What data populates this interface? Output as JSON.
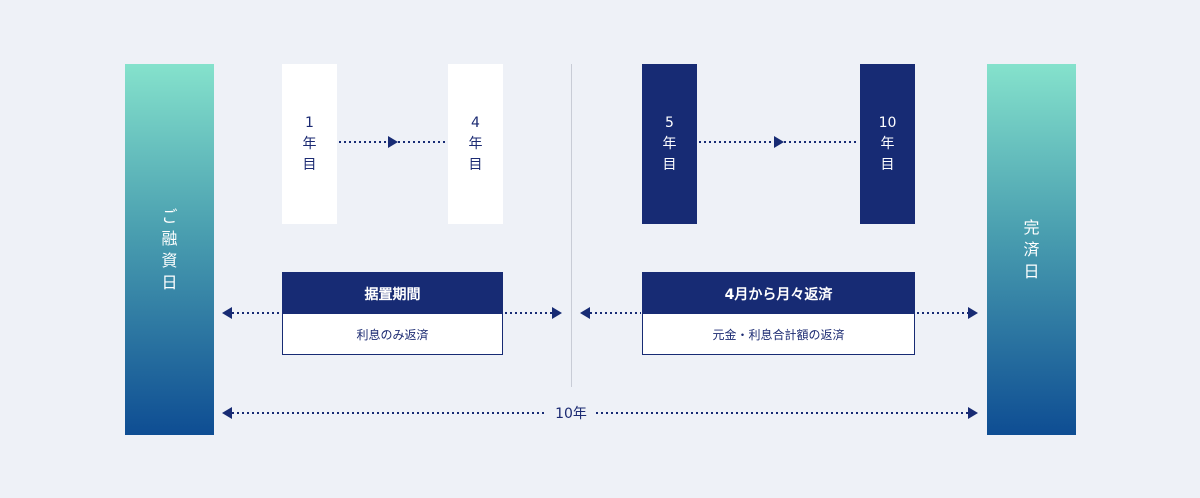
{
  "left_bar": {
    "chars": [
      "ご",
      "融",
      "資",
      "日"
    ]
  },
  "right_bar": {
    "chars": [
      "完",
      "済",
      "日"
    ]
  },
  "years": {
    "y1": [
      "1",
      "年",
      "目"
    ],
    "y4": [
      "4",
      "年",
      "目"
    ],
    "y5": [
      "5",
      "年",
      "目"
    ],
    "y10": [
      "10",
      "年",
      "目"
    ]
  },
  "deferment": {
    "title": "据置期間",
    "subtitle": "利息のみ返済"
  },
  "repayment": {
    "title": "4月から月々返済",
    "subtitle": "元金・利息合計額の返済"
  },
  "total_period": "10年",
  "colors": {
    "navy": "#172b74",
    "teal_top": "#85e2cc",
    "blue_bottom": "#0e4d93",
    "background": "#eef1f7"
  }
}
